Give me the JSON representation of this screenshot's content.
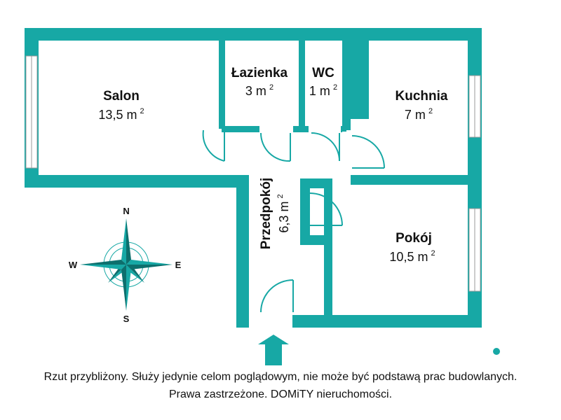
{
  "colors": {
    "wall": "#17a8a5",
    "window": "#ffffff",
    "text": "#111111"
  },
  "rooms": [
    {
      "name": "Salon",
      "area": "13,5 m",
      "unit_exp": "2"
    },
    {
      "name": "Łazienka",
      "area": "3 m",
      "unit_exp": "2"
    },
    {
      "name": "WC",
      "area": "1 m",
      "unit_exp": "2"
    },
    {
      "name": "Kuchnia",
      "area": "7 m",
      "unit_exp": "2"
    },
    {
      "name": "Przedpokój",
      "area": "6,3 m",
      "unit_exp": "2"
    },
    {
      "name": "Pokój",
      "area": "10,5 m",
      "unit_exp": "2"
    }
  ],
  "compass": {
    "n": "N",
    "s": "S",
    "e": "E",
    "w": "W"
  },
  "entrance_icon": "up-arrow-icon",
  "footer": {
    "line1": "Rzut przybliżony. Służy jedynie celom poglądowym, nie może być podstawą prac budowlanych.",
    "line2": "Prawa zastrzeżone. DOMiTY nieruchomości."
  }
}
